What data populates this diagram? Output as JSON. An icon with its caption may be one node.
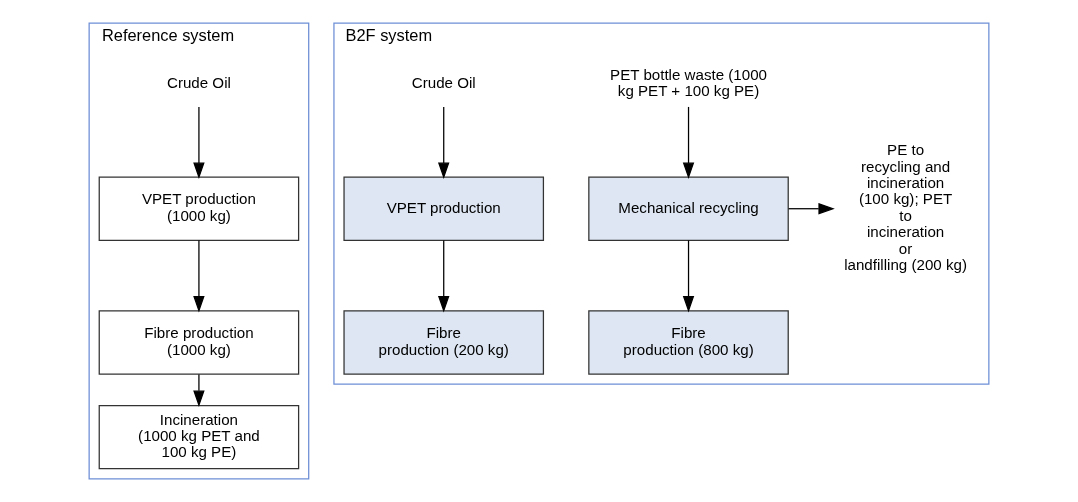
{
  "diagram": {
    "nodes": [
      {
        "text": [
          "Reference system"
        ]
      },
      {
        "text": [
          "Crude Oil"
        ],
        "in": 0
      },
      {
        "text": [
          "VPET production (1000 kg)"
        ],
        "in": 0
      },
      {
        "text": [
          "Fibre production (1000 kg)"
        ],
        "in": 0
      },
      {
        "text": [
          "Incineration (1000 kg PET and 100 kg PE)"
        ],
        "in": 0
      },
      {
        "text": [
          "B2F system"
        ]
      },
      {
        "text": [
          "PET bottle waste (1000 kg PET + 100 kg PE)"
        ],
        "in": 5
      },
      {
        "text": [
          "PE to recycling and incineration (100 kg); PET to incineration or landfilling (200 kg)"
        ],
        "in": 5
      },
      {
        "text": [
          "Mechanical recycling"
        ],
        "in": 5
      },
      {
        "text": [
          "Fibre production (800 kg)"
        ],
        "in": 5
      },
      {
        "text": [
          "Crude Oil"
        ],
        "in": 5
      },
      {
        "text": [
          "VPET production"
        ],
        "in": 5
      },
      {
        "text": [
          "Fibre production (200 kg)"
        ],
        "in": 5
      }
    ],
    "edges": [
      {
        "from": 1,
        "to": 2,
        "arrow": "to"
      },
      {
        "from": 2,
        "to": 3,
        "arrow": "to"
      },
      {
        "from": 3,
        "to": 4,
        "arrow": "to"
      },
      {
        "from": 6,
        "to": 8,
        "arrow": "to"
      },
      {
        "from": 8,
        "to": 7,
        "arrow": "to"
      },
      {
        "from": 8,
        "to": 9,
        "arrow": "to"
      },
      {
        "from": 10,
        "to": 11,
        "arrow": "to"
      },
      {
        "from": 11,
        "to": 12,
        "arrow": "to"
      }
    ]
  }
}
